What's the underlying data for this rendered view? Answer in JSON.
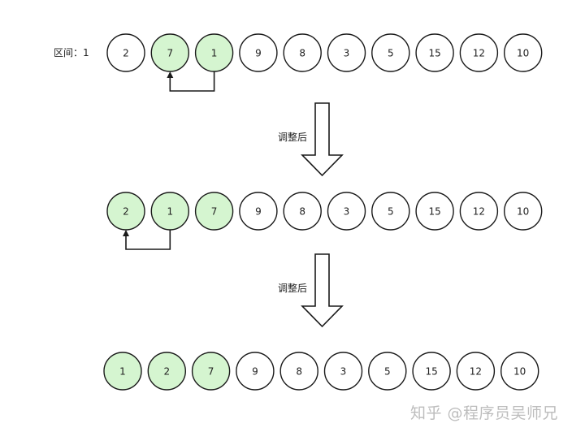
{
  "labels": {
    "interval": "区间：1",
    "adjust_1": "调整后",
    "adjust_2": "调整后"
  },
  "rows": [
    {
      "nodes": [
        "2",
        "7",
        "1",
        "9",
        "8",
        "3",
        "5",
        "15",
        "12",
        "10"
      ],
      "highlight": [
        1,
        2
      ],
      "swap": [
        1,
        2
      ]
    },
    {
      "nodes": [
        "2",
        "1",
        "7",
        "9",
        "8",
        "3",
        "5",
        "15",
        "12",
        "10"
      ],
      "highlight": [
        0,
        1,
        2
      ],
      "swap": [
        0,
        1
      ]
    },
    {
      "nodes": [
        "1",
        "2",
        "7",
        "9",
        "8",
        "3",
        "5",
        "15",
        "12",
        "10"
      ],
      "highlight": [
        0,
        1,
        2
      ],
      "swap": null
    }
  ],
  "colors": {
    "highlight_fill": "#d5f5d0",
    "node_fill": "#ffffff",
    "stroke": "#1a1a1a",
    "watermark": "#bdbdbd"
  },
  "watermark": "知乎 @程序员吴师兄"
}
